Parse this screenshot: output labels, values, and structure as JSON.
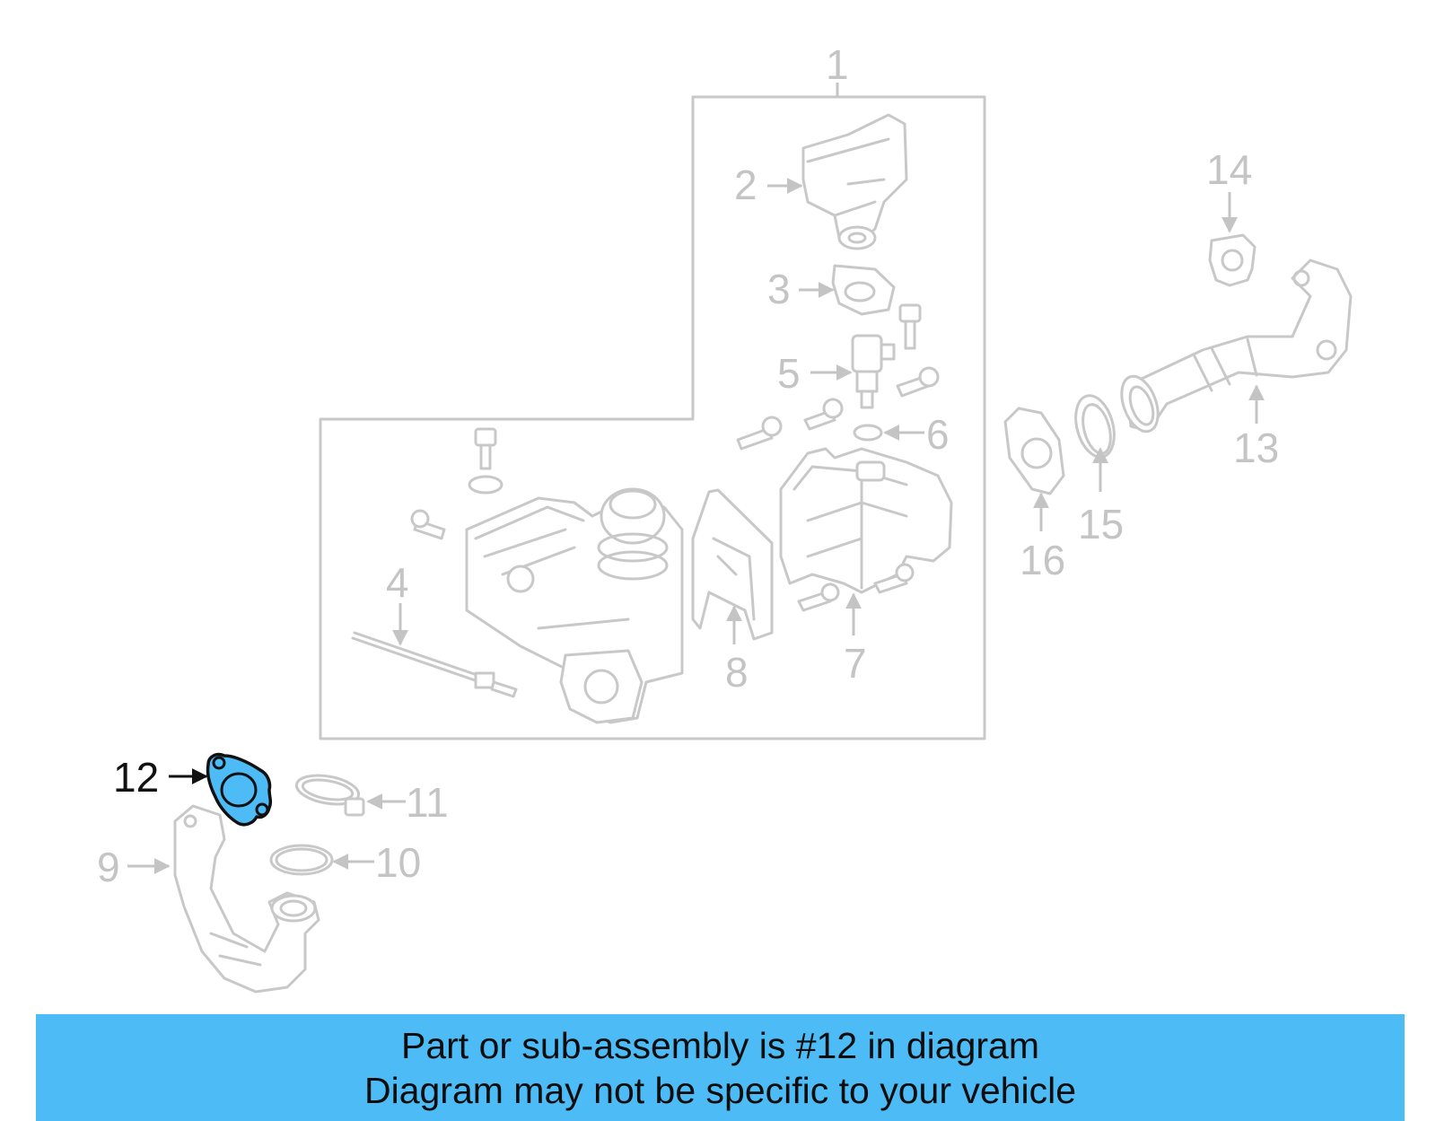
{
  "highlight_color": "#4dbbf5",
  "banner_color": "#4dbbf5",
  "highlighted_part": "12",
  "callouts": {
    "c1": "1",
    "c2": "2",
    "c3": "3",
    "c4": "4",
    "c5": "5",
    "c6": "6",
    "c7": "7",
    "c8": "8",
    "c9": "9",
    "c10": "10",
    "c11": "11",
    "c12": "12",
    "c13": "13",
    "c14": "14",
    "c15": "15",
    "c16": "16"
  },
  "banner": {
    "line1": "Part or sub-assembly is #12 in diagram",
    "line2": "Diagram may not be specific to your vehicle"
  }
}
